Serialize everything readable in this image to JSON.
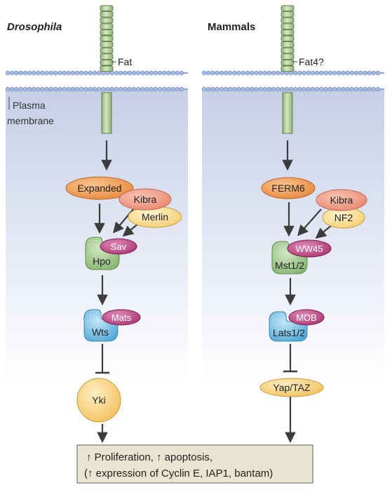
{
  "panels": {
    "left": {
      "title": "Drosophila",
      "receptor": "Fat",
      "membrane_label_line1": "Plasma",
      "membrane_label_line2": "membrane",
      "nodes": {
        "ferm": "Expanded",
        "kibra": "Kibra",
        "merlin": "Merlin",
        "scaffold": "Sav",
        "kinase1": "Hpo",
        "adaptor": "Mats",
        "kinase2": "Wts",
        "effector": "Yki"
      }
    },
    "right": {
      "title": "Mammals",
      "receptor": "Fat4?",
      "nodes": {
        "ferm": "FERM6",
        "kibra": "Kibra",
        "merlin": "NF2",
        "scaffold": "WW45",
        "kinase1": "Mst1/2",
        "adaptor": "MOB",
        "kinase2": "Lats1/2",
        "effector": "Yap/TAZ"
      }
    }
  },
  "outcome": {
    "line1": "↑ Proliferation, ↑ apoptosis,",
    "line2": "(↑ expression of Cyclin E, IAP1, bantam)"
  },
  "colors": {
    "membrane_blue": "#8fa3cf",
    "cytoplasm_top": "#c9d1e8",
    "receptor_green": "#b7cf9a",
    "orange": "#f0a15e",
    "salmon": "#f0a08c",
    "yellow": "#fbe3a2",
    "magenta": "#c2508e",
    "green": "#a9cf96",
    "blue": "#7fc3e6",
    "yki_yellow": "#fbd88a",
    "outcome_bg": "#e8e5d0"
  }
}
